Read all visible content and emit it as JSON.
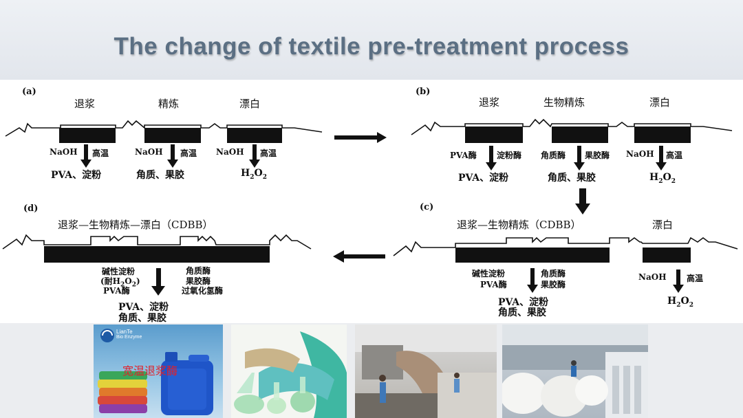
{
  "title": "The change of textile pre-treatment process",
  "panel_a": {
    "label": "(a)",
    "steps": [
      "退浆",
      "精炼",
      "漂白"
    ],
    "chem": [
      [
        "NaOH",
        "高温"
      ],
      [
        "NaOH",
        "高温"
      ],
      [
        "NaOH",
        "高温"
      ]
    ],
    "products": [
      "PVA、淀粉",
      "角质、果胶",
      "H",
      "2",
      "O",
      "2"
    ]
  },
  "panel_b": {
    "label": "(b)",
    "steps": [
      "退浆",
      "生物精炼",
      "漂白"
    ],
    "chem": [
      [
        "PVA酶",
        "淀粉酶"
      ],
      [
        "角质酶",
        "果胶酶"
      ],
      [
        "NaOH",
        "高温"
      ]
    ],
    "products": [
      "PVA、淀粉",
      "角质、果胶",
      "H",
      "2",
      "O",
      "2"
    ]
  },
  "panel_c": {
    "label": "(c)",
    "steps": [
      "退浆—生物精炼（CDBB）",
      "漂白"
    ],
    "chem_left": [
      "碱性淀粉",
      "PVA酶"
    ],
    "chem_right": [
      "角质酶",
      "果胶酶"
    ],
    "chem_bleach": [
      "NaOH",
      "高温"
    ],
    "products": [
      "PVA、淀粉",
      "角质、果胶",
      "H",
      "2",
      "O",
      "2"
    ]
  },
  "panel_d": {
    "label": "(d)",
    "step": "退浆—生物精炼—漂白（CDBB）",
    "chem_left": [
      "碱性淀粉",
      "(耐H",
      "2",
      "O",
      "2",
      ")",
      "PVA酶"
    ],
    "chem_right": [
      "角质酶",
      "果胶酶",
      "过氧化氢酶"
    ],
    "products": [
      "PVA、淀粉",
      "角质、果胶"
    ]
  },
  "photos": {
    "logo_line1": "LianTe",
    "logo_line2": "Bio Enzyme",
    "product_text": "宽温退浆酶"
  },
  "colors": {
    "title": "#5b6f83",
    "title_band": "#e7eaef",
    "product_text": "#e0202a",
    "jug": "#1f55c8"
  }
}
